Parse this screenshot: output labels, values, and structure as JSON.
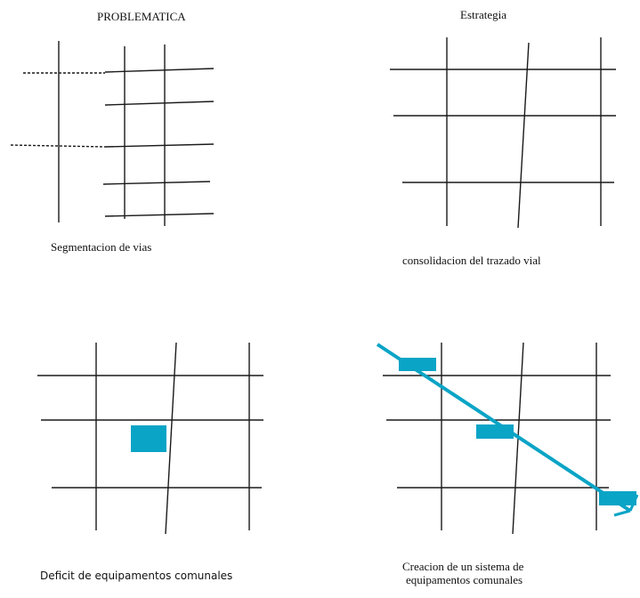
{
  "headings": {
    "left": "PROBLEMATICA",
    "right": "Estrategia"
  },
  "captions": {
    "top_left": "Segmentacion de vias",
    "top_right": "consolidacion del trazado vial",
    "bottom_left": "Deficit de equipamentos comunales",
    "bottom_right_line1": "Creacion de un sistema de",
    "bottom_right_line2": "equipamentos comunales"
  },
  "colors": {
    "line": "#1a1a1a",
    "equipment": "#0aa4c6",
    "background": "#ffffff"
  }
}
